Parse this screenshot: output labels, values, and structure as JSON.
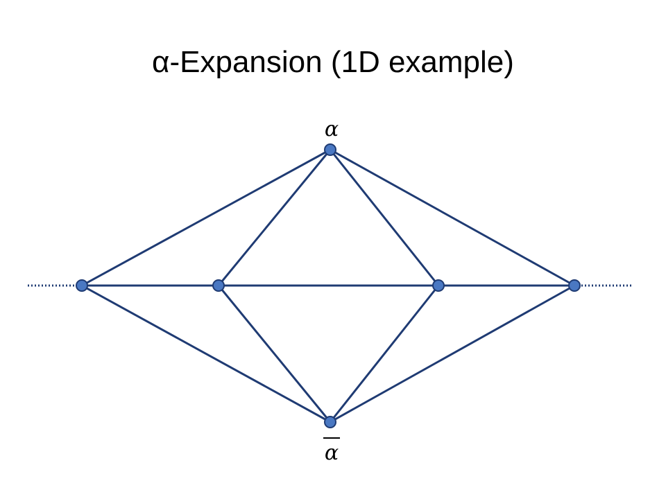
{
  "title": "α-Expansion (1D example)",
  "labels": {
    "alpha": "α",
    "alpha_bar": "α"
  },
  "colors": {
    "edge": "#1f3b73",
    "node_fill": "#4a78c2",
    "node_stroke": "#1f3b73",
    "dotted_line": "#1f3b73"
  },
  "nodes": [
    "alpha",
    "alpha-bar",
    "p1",
    "p2",
    "p3",
    "p4"
  ],
  "edges": [
    [
      "p1",
      "p2"
    ],
    [
      "p2",
      "p3"
    ],
    [
      "p3",
      "p4"
    ],
    [
      "alpha",
      "p1"
    ],
    [
      "alpha",
      "p2"
    ],
    [
      "alpha",
      "p3"
    ],
    [
      "alpha",
      "p4"
    ],
    [
      "alpha-bar",
      "p1"
    ],
    [
      "alpha-bar",
      "p2"
    ],
    [
      "alpha-bar",
      "p3"
    ],
    [
      "alpha-bar",
      "p4"
    ]
  ]
}
